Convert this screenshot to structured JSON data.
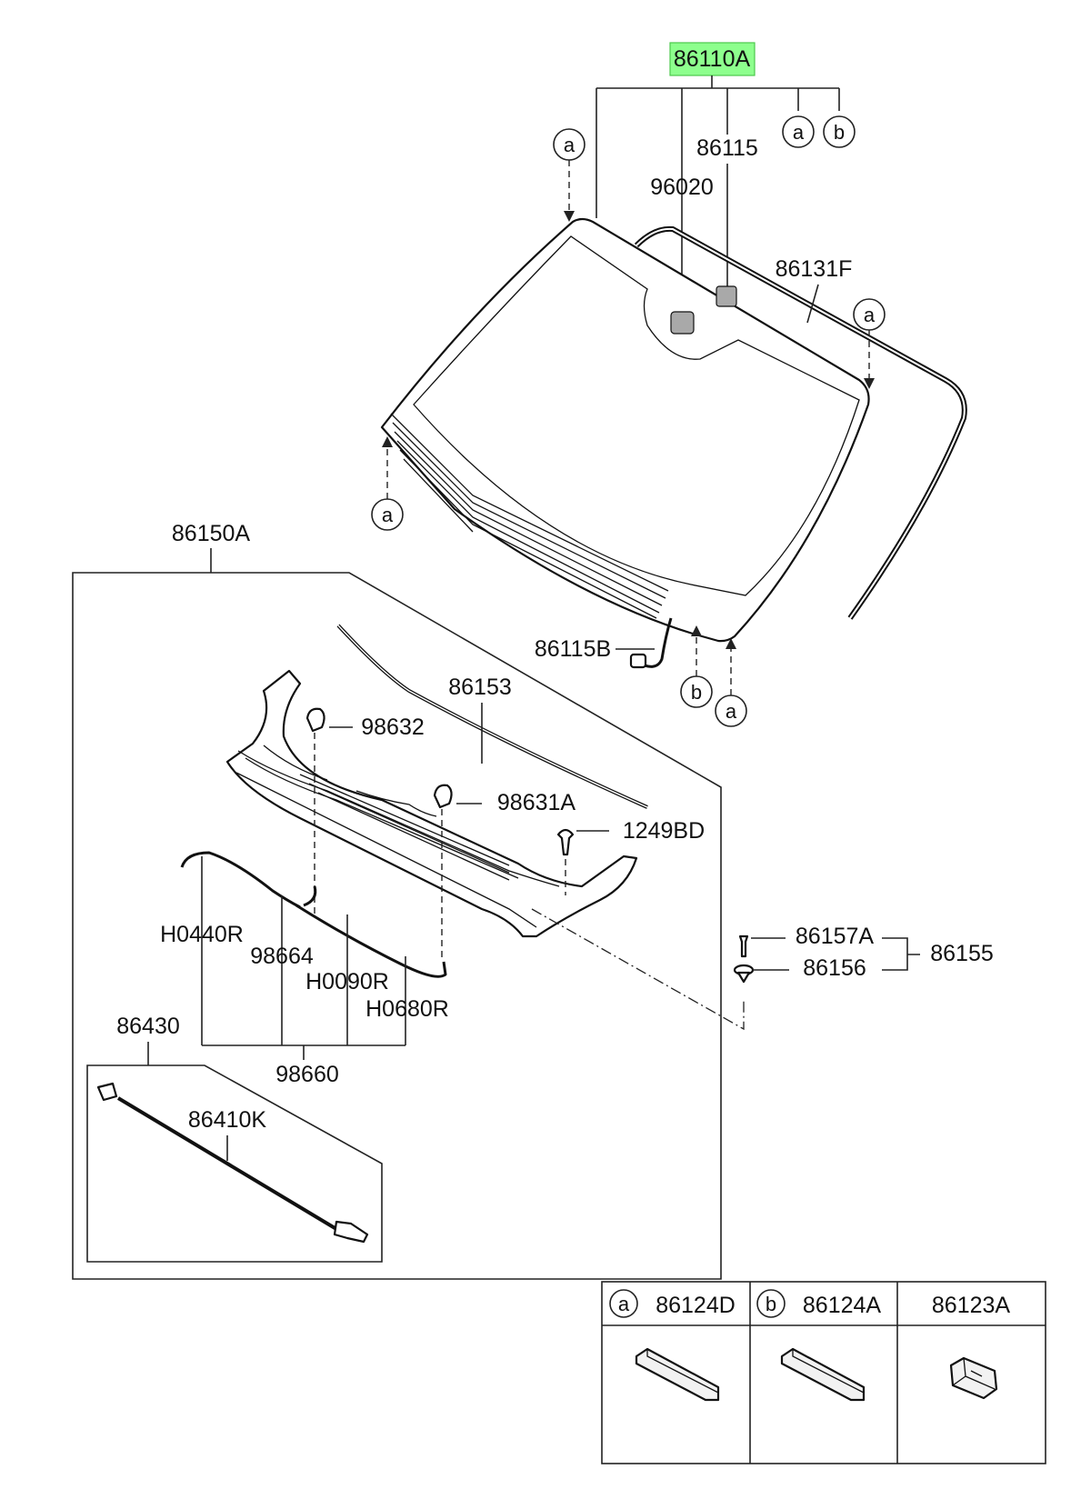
{
  "highlight_color": "#8dff8d",
  "labels": {
    "glass_assy": "86110A",
    "molding_top": "86115",
    "sensor": "96020",
    "molding_side": "86131F",
    "molding_bottom": "86115B",
    "cowl_assy": "86150A",
    "weatherstrip": "86153",
    "nozzle_lh": "98632",
    "nozzle_rh": "98631A",
    "screw": "1249BD",
    "bolt": "86157A",
    "nut": "86156",
    "bolt_set": "86155",
    "hose_lh": "H0440R",
    "connector": "98664",
    "hose_mid": "H0090R",
    "hose_rh": "H0680R",
    "washer_assy": "98660",
    "wiper_kit": "86430",
    "blade": "86410K"
  },
  "callouts": {
    "a": "a",
    "b": "b"
  },
  "legend": {
    "items": [
      {
        "symbol": "a",
        "code": "86124D"
      },
      {
        "symbol": "b",
        "code": "86124A"
      },
      {
        "symbol": "",
        "code": "86123A"
      }
    ]
  }
}
